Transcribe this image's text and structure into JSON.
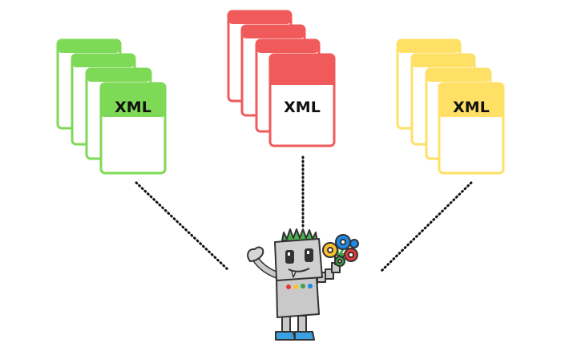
{
  "stacks": [
    {
      "label": "XML",
      "color": "#7ed957",
      "fill": "#ffffff",
      "label_fill": "#7ed957"
    },
    {
      "label": "XML",
      "color": "#f05a5a",
      "fill": "#ffffff",
      "label_fill": "#ffffff"
    },
    {
      "label": "XML",
      "color": "#ffe066",
      "fill": "#ffffff",
      "label_fill": "#ffe066"
    }
  ],
  "robot": {
    "body_color": "#c9c9c9",
    "outline_color": "#333333",
    "hair_color": "#4caf50",
    "foot_color": "#3aa0e0",
    "button_colors": [
      "#e53935",
      "#fbc02d",
      "#43a047",
      "#1e88e5"
    ],
    "flower_colors": [
      "#fbc02d",
      "#1e88e5",
      "#e53935",
      "#43a047"
    ]
  }
}
